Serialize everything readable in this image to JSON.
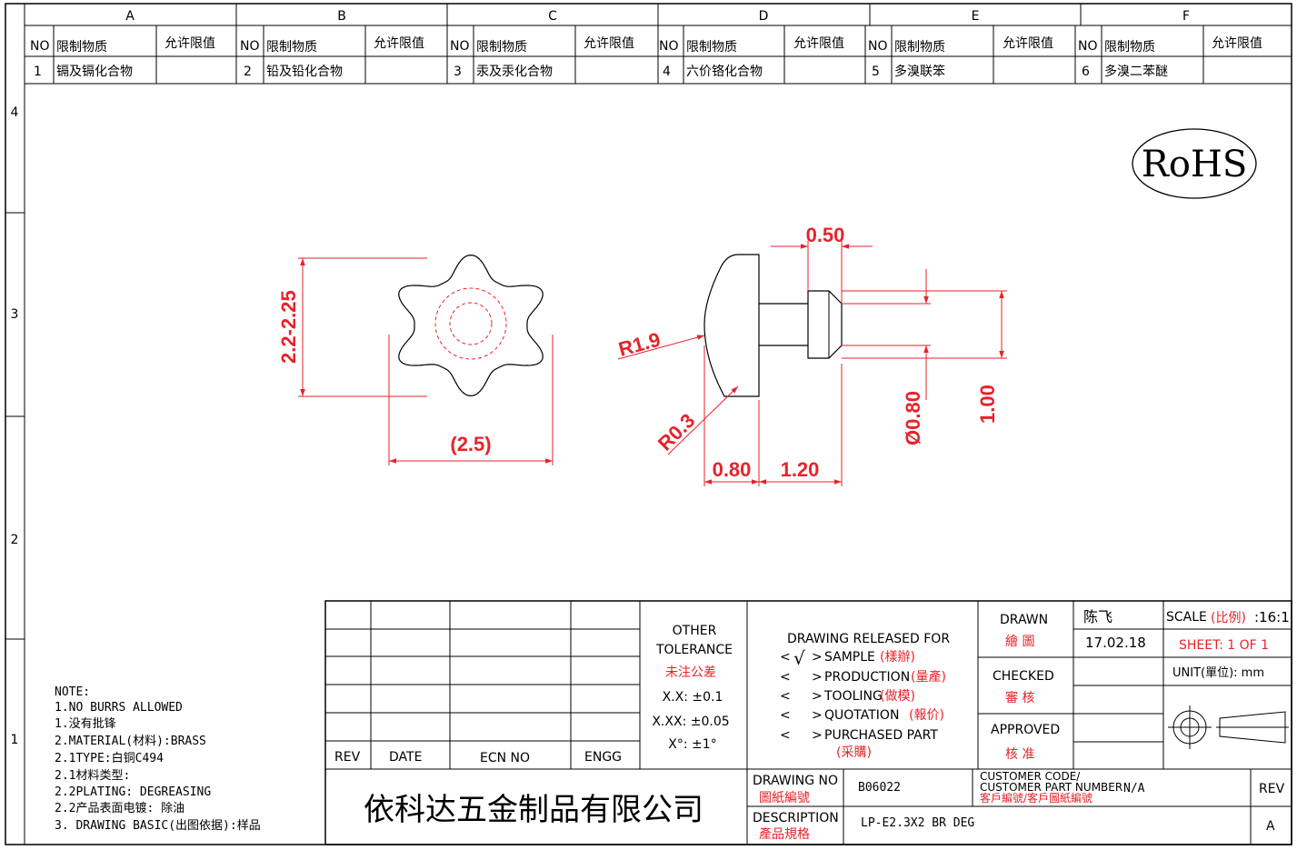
{
  "grid": {
    "columns": [
      "A",
      "B",
      "C",
      "D",
      "E",
      "F"
    ],
    "rows": [
      "4",
      "3",
      "2",
      "1"
    ]
  },
  "substances": {
    "hdr_no": "NO",
    "hdr_sub": "限制物质",
    "hdr_limit": "允许限值",
    "items": [
      {
        "no": "1",
        "name": "镉及镉化合物",
        "limit": ""
      },
      {
        "no": "2",
        "name": "铅及铅化合物",
        "limit": ""
      },
      {
        "no": "3",
        "name": "汞及汞化合物",
        "limit": ""
      },
      {
        "no": "4",
        "name": "六价铬化合物",
        "limit": ""
      },
      {
        "no": "5",
        "name": "多溴联笨",
        "limit": ""
      },
      {
        "no": "6",
        "name": "多溴二苯醚",
        "limit": ""
      }
    ]
  },
  "rohs": "RoHS",
  "dims": {
    "height": "2.2-2.25",
    "width": "(2.5)",
    "r1": "R1.9",
    "r2": "R0.3",
    "d050": "0.50",
    "d080": "0.80",
    "d120": "1.20",
    "dia": "Ø0.80",
    "d100": "1.00"
  },
  "notes": {
    "title": "NOTE:",
    "lines": [
      "1.NO BURRS ALLOWED",
      "1.没有批锋",
      "2.MATERIAL(材料):BRASS",
      "2.1TYPE:白铜C494",
      "2.1材料类型:",
      "2.2PLATING: DEGREASING",
      "2.2产品表面电镀: 除油",
      "3. DRAWING BASIC(出图依据):样品"
    ]
  },
  "rev_table": {
    "rev": "REV",
    "date": "DATE",
    "ecn": "ECN NO",
    "engg": "ENGG"
  },
  "tolerance": {
    "title1": "OTHER",
    "title2": "TOLERANCE",
    "title_cn": "未注公差",
    "xx": "X.X: ±0.1",
    "xxx": "X.XX: ±0.05",
    "deg": "X°: ±1°"
  },
  "release": {
    "title": "DRAWING RELEASED FOR",
    "items": [
      {
        "mark": "√",
        "en": "SAMPLE",
        "cn": "(樣辦)"
      },
      {
        "mark": "",
        "en": "PRODUCTION",
        "cn": "(量產)"
      },
      {
        "mark": "",
        "en": "TOOLING",
        "cn": "(做模)"
      },
      {
        "mark": "",
        "en": "QUOTATION",
        "cn": "(報价)"
      },
      {
        "mark": "",
        "en": "PURCHASED PART",
        "cn": "(采購)"
      }
    ]
  },
  "approval": {
    "drawn": "DRAWN",
    "drawn_cn": "繪 圖",
    "checked": "CHECKED",
    "checked_cn": "審 核",
    "approved": "APPROVED",
    "approved_cn": "核 准",
    "drawer": "陈飞",
    "date": "17.02.18"
  },
  "scale": {
    "label": "SCALE",
    "label_cn": "(比例)",
    "value": ":16:1",
    "sheet": "SHEET:  1 OF 1",
    "unit": "UNIT(單位): mm"
  },
  "company": "依科达五金制品有限公司",
  "drawing_no": {
    "label": "DRAWING NO",
    "label_cn": "圖紙編號",
    "value": "B06022"
  },
  "customer": {
    "label1": "CUSTOMER CODE/",
    "label2": "CUSTOMER PART NUMBER",
    "label_cn": "客戶編號/客戶圖紙編號",
    "value": "N/A"
  },
  "description": {
    "label": "DESCRIPTION",
    "label_cn": "產品規格",
    "value": "LP-E2.3X2 BR DEG"
  },
  "rev": {
    "label": "REV",
    "value": "A"
  }
}
